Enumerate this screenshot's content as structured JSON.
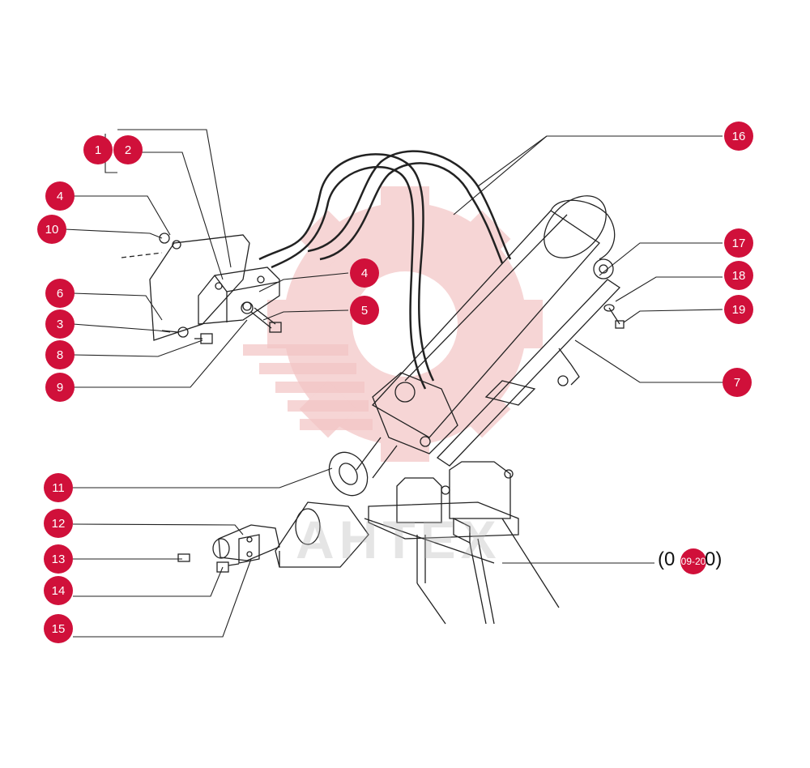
{
  "colors": {
    "badge": "#d0103a",
    "line": "#222222",
    "watermark_gear": "#f3c4c4"
  },
  "callouts": [
    {
      "label": "1"
    },
    {
      "label": "2"
    },
    {
      "label": "4"
    },
    {
      "label": "10"
    },
    {
      "label": "6"
    },
    {
      "label": "3"
    },
    {
      "label": "8"
    },
    {
      "label": "9"
    },
    {
      "label": "11"
    },
    {
      "label": "12"
    },
    {
      "label": "13"
    },
    {
      "label": "14"
    },
    {
      "label": "15"
    },
    {
      "label": "16"
    },
    {
      "label": "4"
    },
    {
      "label": "5"
    },
    {
      "label": "17"
    },
    {
      "label": "18"
    },
    {
      "label": "19"
    },
    {
      "label": "7"
    }
  ],
  "reference": {
    "open": "(0",
    "close": "0)",
    "badge": "09-20"
  },
  "watermark": {
    "text": "AHTEX",
    "icon": "gear-logo-icon"
  }
}
